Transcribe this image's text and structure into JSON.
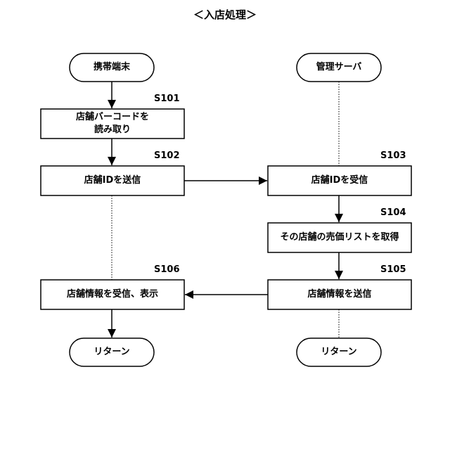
{
  "diagram": {
    "title": "＜入店処理＞",
    "left_lane": {
      "start": "携帯端末",
      "s101": {
        "step": "S101",
        "line1": "店舗バーコードを",
        "line2": "読み取り"
      },
      "s102": {
        "step": "S102",
        "text": "店舗IDを送信"
      },
      "s106": {
        "step": "S106",
        "text": "店舗情報を受信、表示"
      },
      "end": "リターン"
    },
    "right_lane": {
      "start": "管理サーバ",
      "s103": {
        "step": "S103",
        "text": "店舗IDを受信"
      },
      "s104": {
        "step": "S104",
        "text": "その店舗の売価リストを取得"
      },
      "s105": {
        "step": "S105",
        "text": "店舗情報を送信"
      },
      "end": "リターン"
    }
  }
}
